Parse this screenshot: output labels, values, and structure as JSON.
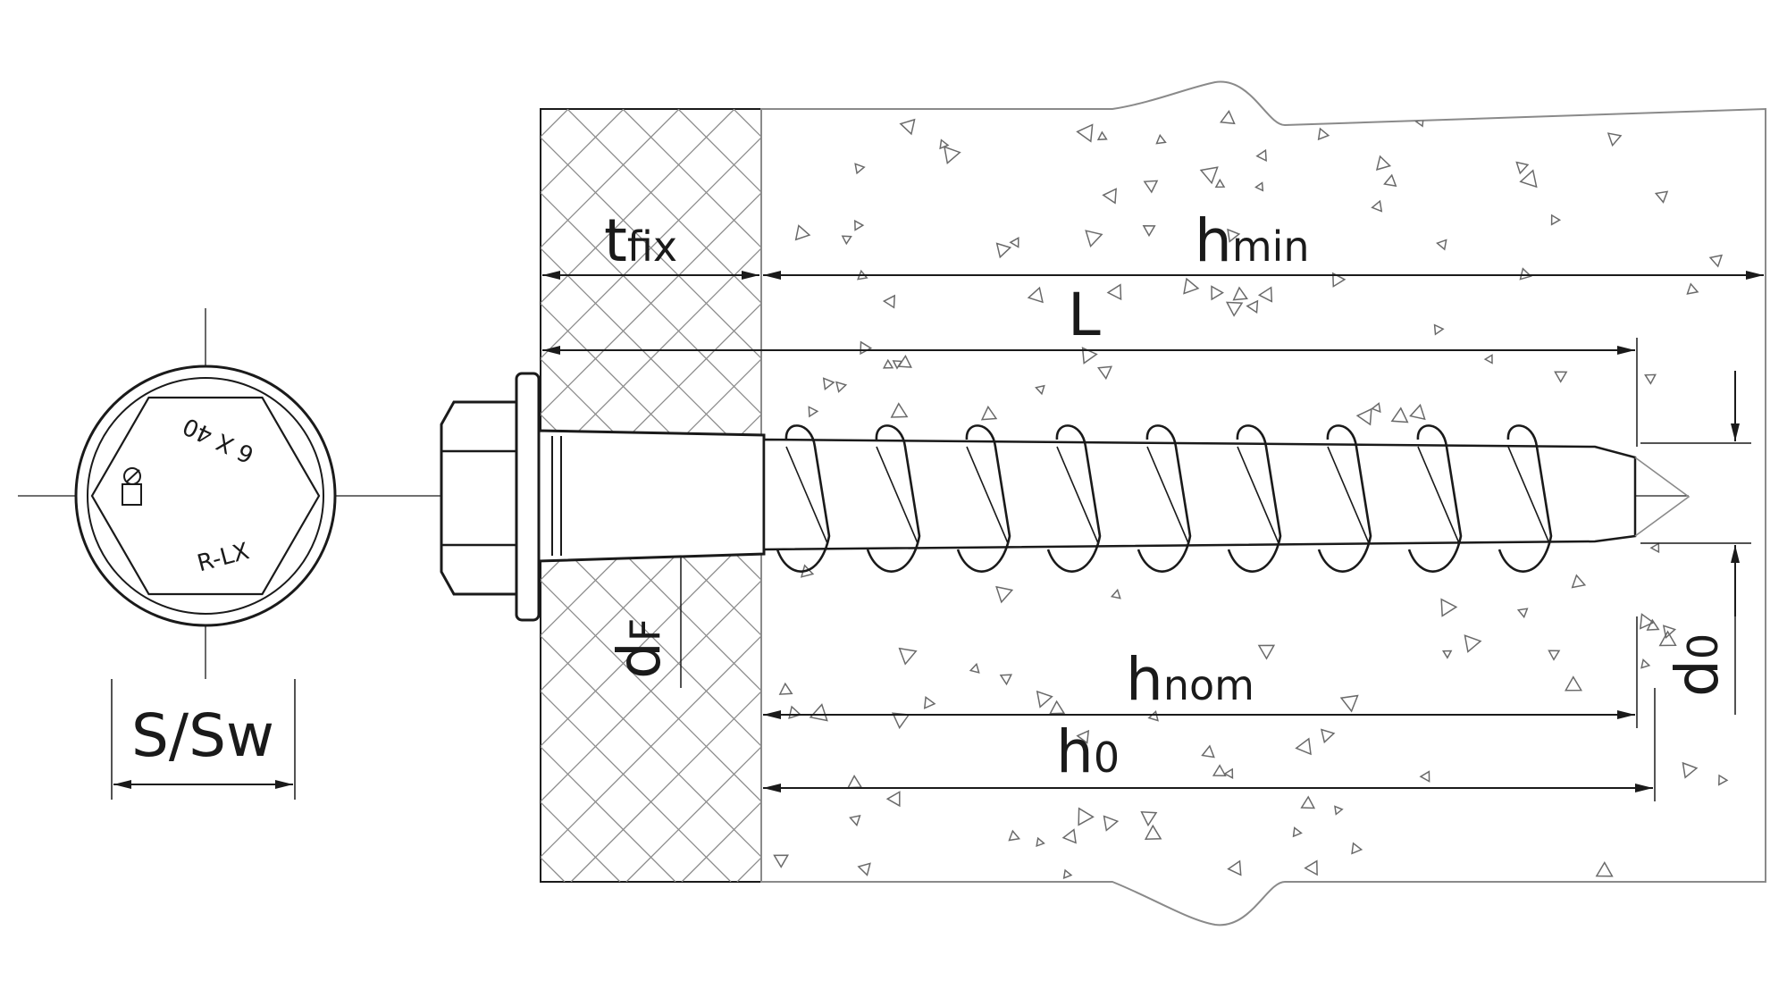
{
  "labels": {
    "t_main": "t",
    "t_sub": "fix",
    "hmin_main": "h",
    "hmin_sub": "min",
    "L": "L",
    "df_main": "d",
    "df_sub": "F",
    "hnom_main": "h",
    "hnom_sub": "nom",
    "h0_main": "h",
    "h0_sub": "0",
    "d0_main": "d",
    "d0_sub": "0",
    "sw": "S/Sw"
  },
  "head_marking": {
    "size": "6 X 40",
    "brand": "R-LX"
  },
  "colors": {
    "ink": "#1a1a1a",
    "light_line": "#8a8a8a",
    "background": "#ffffff"
  }
}
